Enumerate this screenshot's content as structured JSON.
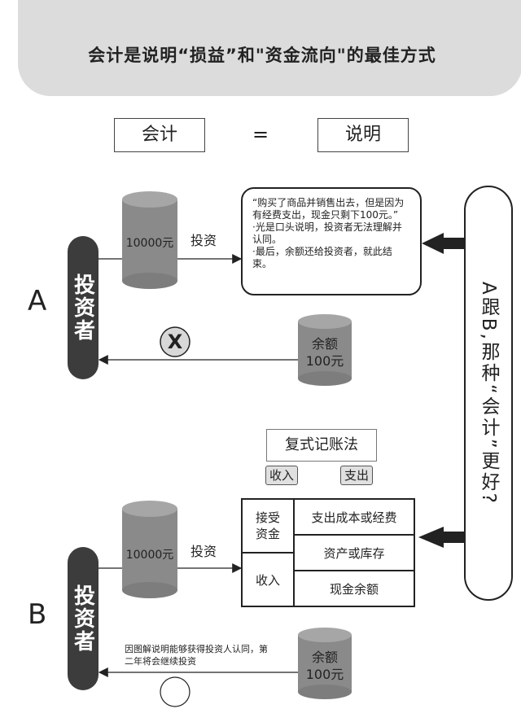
{
  "header": {
    "title": "会计是说明“损益”和\"资金流向\"的最佳方式"
  },
  "equation": {
    "left": "会计",
    "sign": "=",
    "right": "说明"
  },
  "sectionA": {
    "letter": "A",
    "investor": "投资者",
    "cylinder_top": "10000元",
    "invest_label": "投资",
    "note_lines": [
      "“购买了商品并销售出去，但是因为有经费支出，现金只剩下100元。”",
      "·光是口头说明，投资者无法理解并认同。",
      "·最后，余额还给投资者，就此结束。"
    ],
    "x_mark": "X",
    "balance_line1": "余额",
    "balance_line2": "100元"
  },
  "right_pill": {
    "text": "A跟B,那种“会计”更好?"
  },
  "sectionB": {
    "letter": "B",
    "investor": "投资者",
    "method": "复式记账法",
    "tag_income": "收入",
    "tag_expense": "支出",
    "cylinder_top": "10000元",
    "invest_label": "投资",
    "table": {
      "left_top": "接受资金",
      "left_bottom": "收入",
      "right_rows": [
        "支出成本或经费",
        "资产或库存",
        "现金余额"
      ]
    },
    "footnote": "因图解说明能够获得投资人认同，第二年将会继续投资",
    "balance_line1": "余额",
    "balance_line2": "100元"
  },
  "colors": {
    "pill": "#3c3c3c",
    "cylinder": "#8a8a8a",
    "header_bg": "#dcdcdc"
  }
}
